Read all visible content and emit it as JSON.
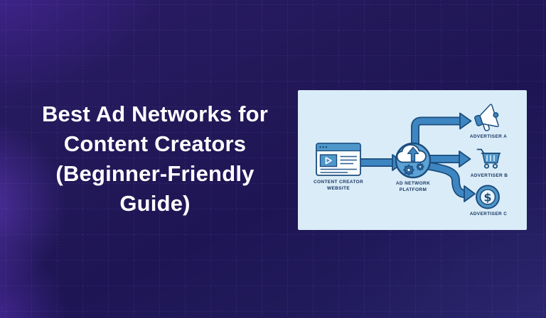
{
  "title": {
    "lines": [
      "Best Ad Networks for",
      "Content Creators",
      "(Beginner-Friendly",
      "Guide)"
    ]
  },
  "diagram": {
    "website": {
      "label_line1": "CONTENT CREATOR",
      "label_line2": "WEBSITE",
      "icon": "browser-video-icon"
    },
    "platform": {
      "label_line1": "AD NETWORK",
      "label_line2": "PLATFORM",
      "icon": "cloud-upload-gears-icon"
    },
    "advertisers": [
      {
        "label": "ADVERTISER A",
        "icon": "megaphone-icon"
      },
      {
        "label": "ADVERTISER B",
        "icon": "shopping-cart-icon"
      },
      {
        "label": "ADVERTISER C",
        "icon": "dollar-coin-icon"
      }
    ]
  },
  "colors": {
    "background-base": "#1f1657",
    "background-glow": "#45289e",
    "panel-bg": "#d9ecf8",
    "diagram-blue": "#3e86c1",
    "diagram-blue-light": "#4f97cb",
    "diagram-circle": "#5da2d4",
    "diagram-outline": "#1c4d7c",
    "diagram-gear": "#2e6ca6",
    "label-navy": "#17345f",
    "title-white": "#ffffff"
  }
}
